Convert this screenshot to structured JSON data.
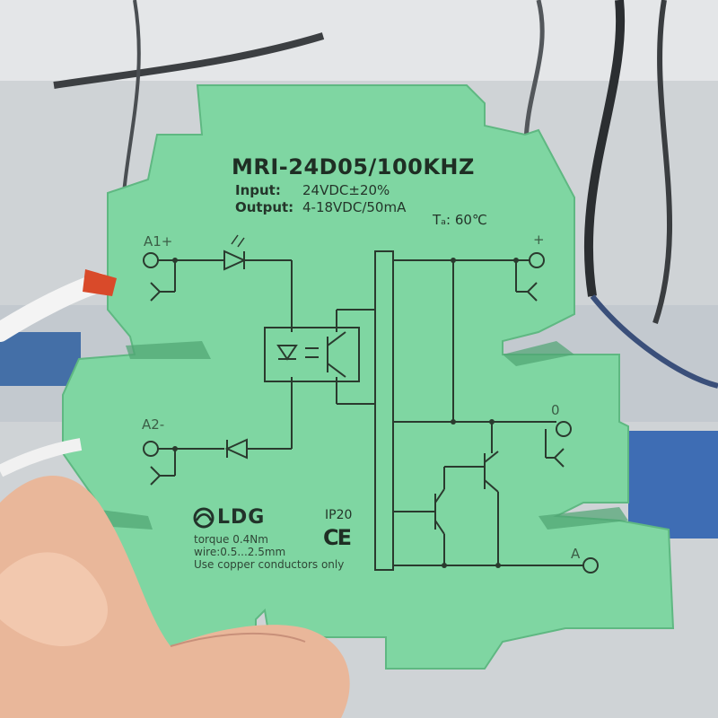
{
  "device": {
    "model": "MRI-24D05/100KHZ",
    "input_label": "Input:",
    "input_value": "24VDC±20%",
    "output_label": "Output:",
    "output_value": "4-18VDC/50mA",
    "ambient_temp": "Tₐ: 60℃",
    "terminals": {
      "a1": "A1+",
      "a2": "A2-",
      "plus": "+",
      "zero": "0",
      "a": "A"
    },
    "brand": "LDG",
    "ip_rating": "IP20",
    "ce_mark": "CE",
    "torque": "torque 0.4Nm",
    "wire": "wire:0.5...2.5mm",
    "copper_note": "Use copper conductors only"
  },
  "colors": {
    "housing": "#7fd6a2",
    "housing_shadow": "#5fb882",
    "print": "#2a3a2e",
    "background": "#d8dadc",
    "wire_cap": "#d94a2a",
    "skin": "#e9b79a"
  }
}
